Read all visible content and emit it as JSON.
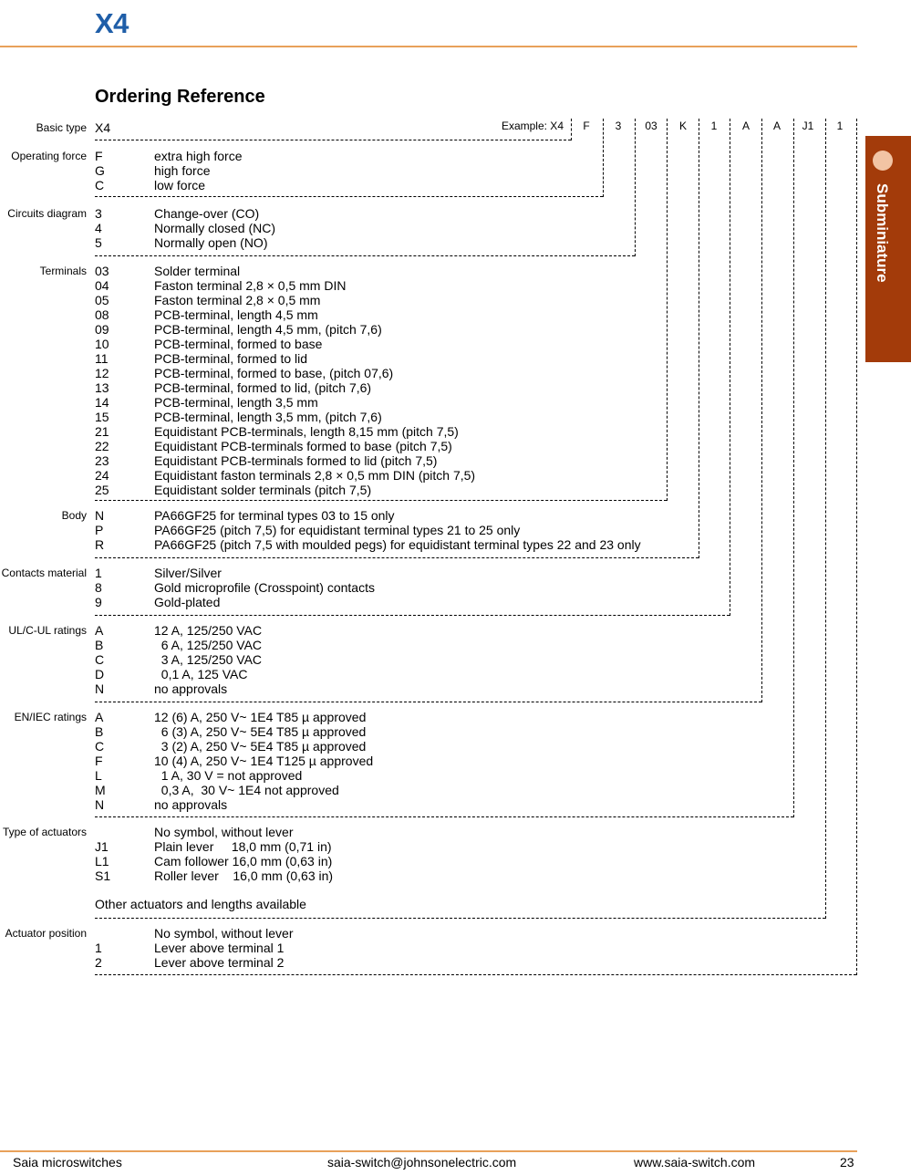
{
  "header": {
    "title": "X4",
    "heading": "Ordering Reference"
  },
  "example": {
    "label": "Example: X4",
    "codes": [
      "F",
      "3",
      "03",
      "K",
      "1",
      "A",
      "A",
      "J1",
      "1"
    ]
  },
  "sections": {
    "basic": {
      "label": "Basic type",
      "code": "X4"
    },
    "force": {
      "label": "Operating force",
      "codes": "F\nG\nC",
      "descs": "extra high force\nhigh force\nlow force"
    },
    "circuits": {
      "label": "Circuits diagram",
      "codes": "3\n4\n5",
      "descs": "Change-over (CO)\nNormally closed (NC)\nNormally open (NO)"
    },
    "terminals": {
      "label": "Terminals",
      "codes": "03\n04\n05\n08\n09\n10\n11\n12\n13\n14\n15\n21\n22\n23\n24\n25",
      "descs": "Solder terminal\nFaston terminal 2,8 × 0,5 mm DIN\nFaston terminal 2,8 × 0,5 mm\nPCB-terminal, length 4,5 mm\nPCB-terminal, length 4,5 mm, (pitch 7,6)\nPCB-terminal, formed to base\nPCB-terminal, formed to lid\nPCB-terminal, formed to base, (pitch 07,6)\nPCB-terminal, formed to lid, (pitch 7,6)\nPCB-terminal, length 3,5 mm\nPCB-terminal, length 3,5 mm, (pitch 7,6)\nEquidistant PCB-terminals, length 8,15 mm (pitch 7,5)\nEquidistant PCB-terminals formed to base (pitch 7,5)\nEquidistant PCB-terminals formed to lid (pitch 7,5)\nEquidistant faston terminals 2,8 × 0,5 mm DIN (pitch 7,5)\nEquidistant solder terminals (pitch 7,5)"
    },
    "body": {
      "label": "Body",
      "codes": "N\nP\nR",
      "descs": "PA66GF25 for terminal types 03 to 15 only\nPA66GF25 (pitch 7,5) for equidistant terminal types 21 to 25 only\nPA66GF25 (pitch 7,5 with moulded pegs) for equidistant terminal types 22 and 23 only"
    },
    "contacts": {
      "label": "Contacts material",
      "codes": "1\n8\n9",
      "descs": "Silver/Silver\nGold microprofile (Crosspoint) contacts\nGold-plated"
    },
    "ul": {
      "label": "UL/C-UL ratings",
      "codes": "A\nB\nC\nD\nN",
      "descs": "12 A, 125/250 VAC\n  6 A, 125/250 VAC\n  3 A, 125/250 VAC\n  0,1 A, 125 VAC\nno approvals"
    },
    "en": {
      "label": "EN/IEC ratings",
      "codes": "A\nB\nC\nF\nL\nM\nN",
      "descs": "12 (6) A, 250 V~ 1E4 T85 µ approved\n  6 (3) A, 250 V~ 5E4 T85 µ approved\n  3 (2) A, 250 V~ 5E4 T85 µ approved\n10 (4) A, 250 V~ 1E4 T125 µ approved\n  1 A, 30 V = not approved\n  0,3 A,  30 V~ 1E4 not approved\nno approvals"
    },
    "actuators": {
      "label": "Type of actuators",
      "codes": "\nJ1\nL1\nS1",
      "descs": "No symbol, without lever\nPlain lever     18,0 mm (0,71 in)\nCam follower 16,0 mm (0,63 in)\nRoller lever    16,0 mm (0,63 in)",
      "note": "Other actuators and lengths available"
    },
    "position": {
      "label": "Actuator position",
      "codes": "\n1\n2",
      "descs": "No symbol, without lever\nLever above terminal 1\nLever above terminal 2"
    }
  },
  "side_tab": {
    "label": "Subminiature",
    "color": "#a33b0a"
  },
  "footer": {
    "company": "Saia microswitches",
    "email": "saia-switch@johnsonelectric.com",
    "website": "www.saia-switch.com",
    "page": "23"
  },
  "colors": {
    "title": "#1f5ea8",
    "rule": "#e8a15a",
    "tab": "#a33b0a"
  }
}
